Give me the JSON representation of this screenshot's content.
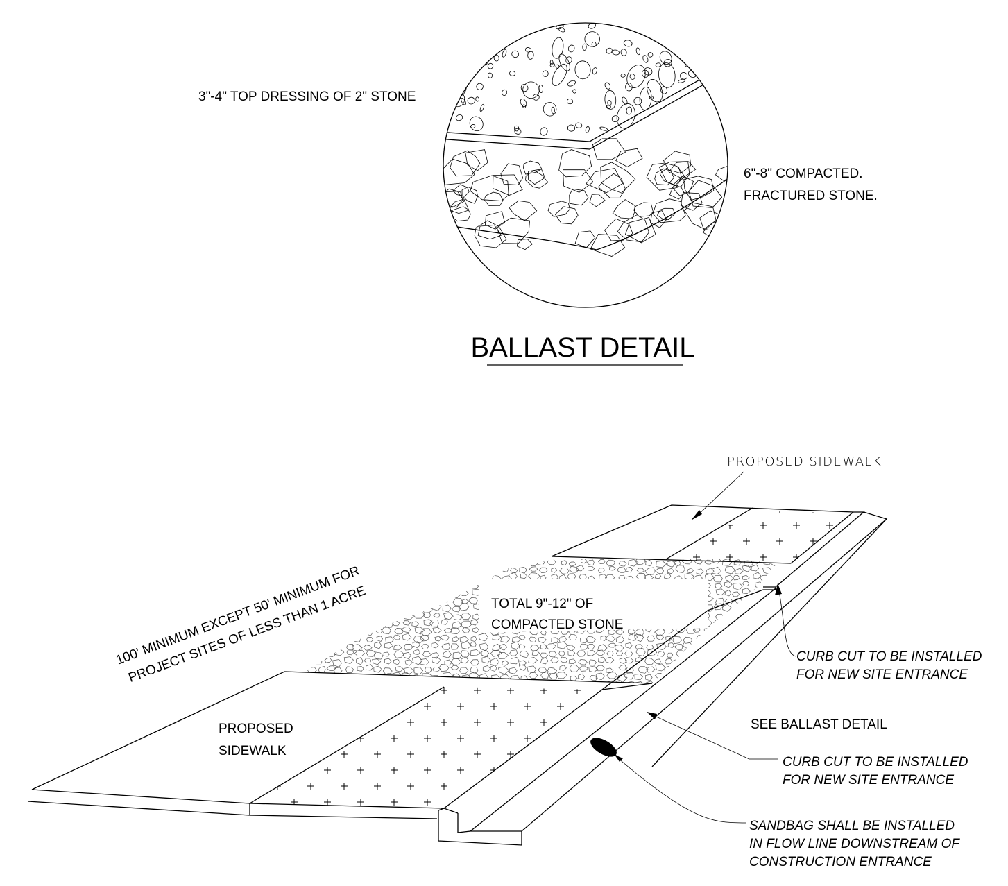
{
  "ballast": {
    "top_dressing_label": "3\"-4\" TOP DRESSING OF 2\" STONE",
    "compacted_line1": "6\"-8\" COMPACTED.",
    "compacted_line2": "FRACTURED STONE.",
    "title": "BALLAST DETAIL"
  },
  "entrance": {
    "proposed_sidewalk_top": "PROPOSED  SIDEWALK",
    "proposed_sidewalk_line1": "PROPOSED",
    "proposed_sidewalk_line2": "SIDEWALK",
    "length_line1": "100' MINIMUM EXCEPT 50' MINIMUM FOR",
    "length_line2": "PROJECT SITES OF LESS THAN 1 ACRE",
    "total_line1": "TOTAL 9\"-12\" OF",
    "total_line2": "COMPACTED STONE",
    "curb_cut_upper_line1": "CURB CUT TO BE INSTALLED",
    "curb_cut_upper_line2": "FOR NEW SITE ENTRANCE",
    "see_ballast": "SEE BALLAST DETAIL",
    "curb_cut_lower_line1": "CURB CUT TO BE INSTALLED",
    "curb_cut_lower_line2": "FOR NEW SITE ENTRANCE",
    "sandbag_line1": "SANDBAG SHALL BE INSTALLED",
    "sandbag_line2": "IN FLOW LINE DOWNSTREAM OF",
    "sandbag_line3": "CONSTRUCTION ENTRANCE"
  }
}
